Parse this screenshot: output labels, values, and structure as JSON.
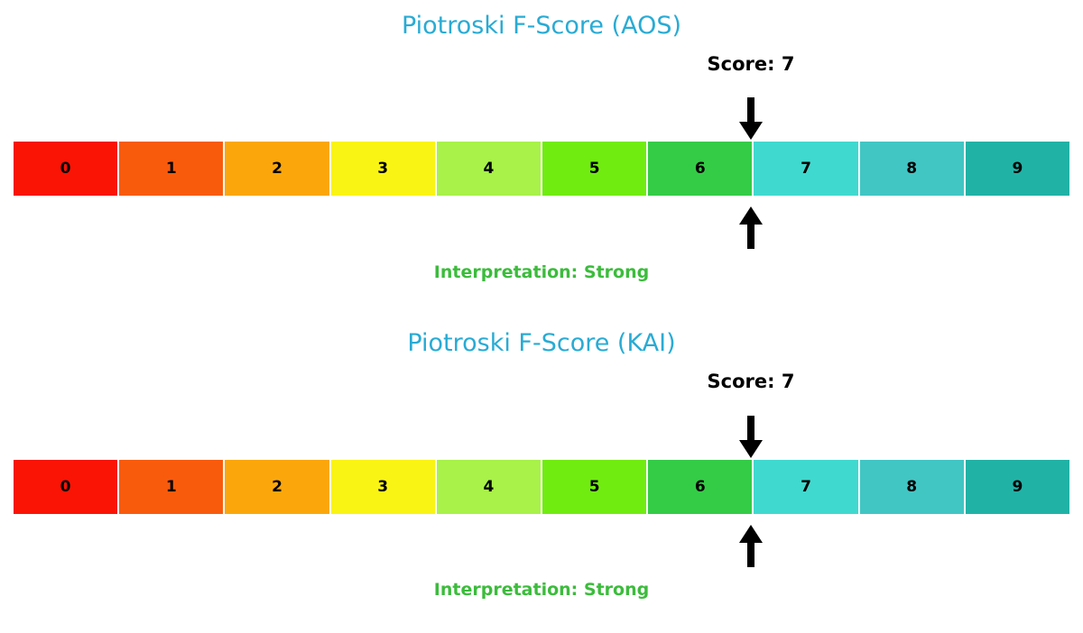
{
  "page": {
    "background": "#ffffff",
    "title_color": "#29abd4",
    "interpretation_color": "#3cbc3c",
    "marker_color": "#000000"
  },
  "charts": [
    {
      "id": "aos",
      "title": "Piotroski F-Score (AOS)",
      "score_label": "Score: 7",
      "score_value": 7,
      "interpretation_label": "Interpretation: Strong",
      "interpretation": "Strong",
      "arrow_down_icon": "arrow-down-icon",
      "arrow_up_icon": "arrow-up-icon",
      "segments": [
        {
          "label": "0",
          "color": "#fa1405"
        },
        {
          "label": "1",
          "color": "#f95b0d"
        },
        {
          "label": "2",
          "color": "#fba70c"
        },
        {
          "label": "3",
          "color": "#faf414"
        },
        {
          "label": "4",
          "color": "#a8f249"
        },
        {
          "label": "5",
          "color": "#71ec10"
        },
        {
          "label": "6",
          "color": "#34cc47"
        },
        {
          "label": "7",
          "color": "#40d9cf"
        },
        {
          "label": "8",
          "color": "#41c6c4"
        },
        {
          "label": "9",
          "color": "#21b2a6"
        }
      ]
    },
    {
      "id": "kai",
      "title": "Piotroski F-Score (KAI)",
      "score_label": "Score: 7",
      "score_value": 7,
      "interpretation_label": "Interpretation: Strong",
      "interpretation": "Strong",
      "arrow_down_icon": "arrow-down-icon",
      "arrow_up_icon": "arrow-up-icon",
      "segments": [
        {
          "label": "0",
          "color": "#fa1405"
        },
        {
          "label": "1",
          "color": "#f95b0d"
        },
        {
          "label": "2",
          "color": "#fba70c"
        },
        {
          "label": "3",
          "color": "#faf414"
        },
        {
          "label": "4",
          "color": "#a8f249"
        },
        {
          "label": "5",
          "color": "#71ec10"
        },
        {
          "label": "6",
          "color": "#34cc47"
        },
        {
          "label": "7",
          "color": "#40d9cf"
        },
        {
          "label": "8",
          "color": "#41c6c4"
        },
        {
          "label": "9",
          "color": "#21b2a6"
        }
      ]
    }
  ],
  "chart_data": [
    {
      "type": "bar",
      "title": "Piotroski F-Score (AOS)",
      "xlabel": "",
      "ylabel": "",
      "categories": [
        "0",
        "1",
        "2",
        "3",
        "4",
        "5",
        "6",
        "7",
        "8",
        "9"
      ],
      "values": [
        1,
        1,
        1,
        1,
        1,
        1,
        1,
        1,
        1,
        1
      ],
      "colors": [
        "#fa1405",
        "#f95b0d",
        "#fba70c",
        "#faf414",
        "#a8f249",
        "#71ec10",
        "#34cc47",
        "#40d9cf",
        "#41c6c4",
        "#21b2a6"
      ],
      "marker": {
        "value": 7,
        "label": "Score: 7",
        "position_category": "7"
      },
      "annotation": "Interpretation: Strong",
      "grid": false,
      "legend": "none",
      "xlim": [
        0,
        10
      ]
    },
    {
      "type": "bar",
      "title": "Piotroski F-Score (KAI)",
      "xlabel": "",
      "ylabel": "",
      "categories": [
        "0",
        "1",
        "2",
        "3",
        "4",
        "5",
        "6",
        "7",
        "8",
        "9"
      ],
      "values": [
        1,
        1,
        1,
        1,
        1,
        1,
        1,
        1,
        1,
        1
      ],
      "colors": [
        "#fa1405",
        "#f95b0d",
        "#fba70c",
        "#faf414",
        "#a8f249",
        "#71ec10",
        "#34cc47",
        "#40d9cf",
        "#41c6c4",
        "#21b2a6"
      ],
      "marker": {
        "value": 7,
        "label": "Score: 7",
        "position_category": "7"
      },
      "annotation": "Interpretation: Strong",
      "grid": false,
      "legend": "none",
      "xlim": [
        0,
        10
      ]
    }
  ]
}
